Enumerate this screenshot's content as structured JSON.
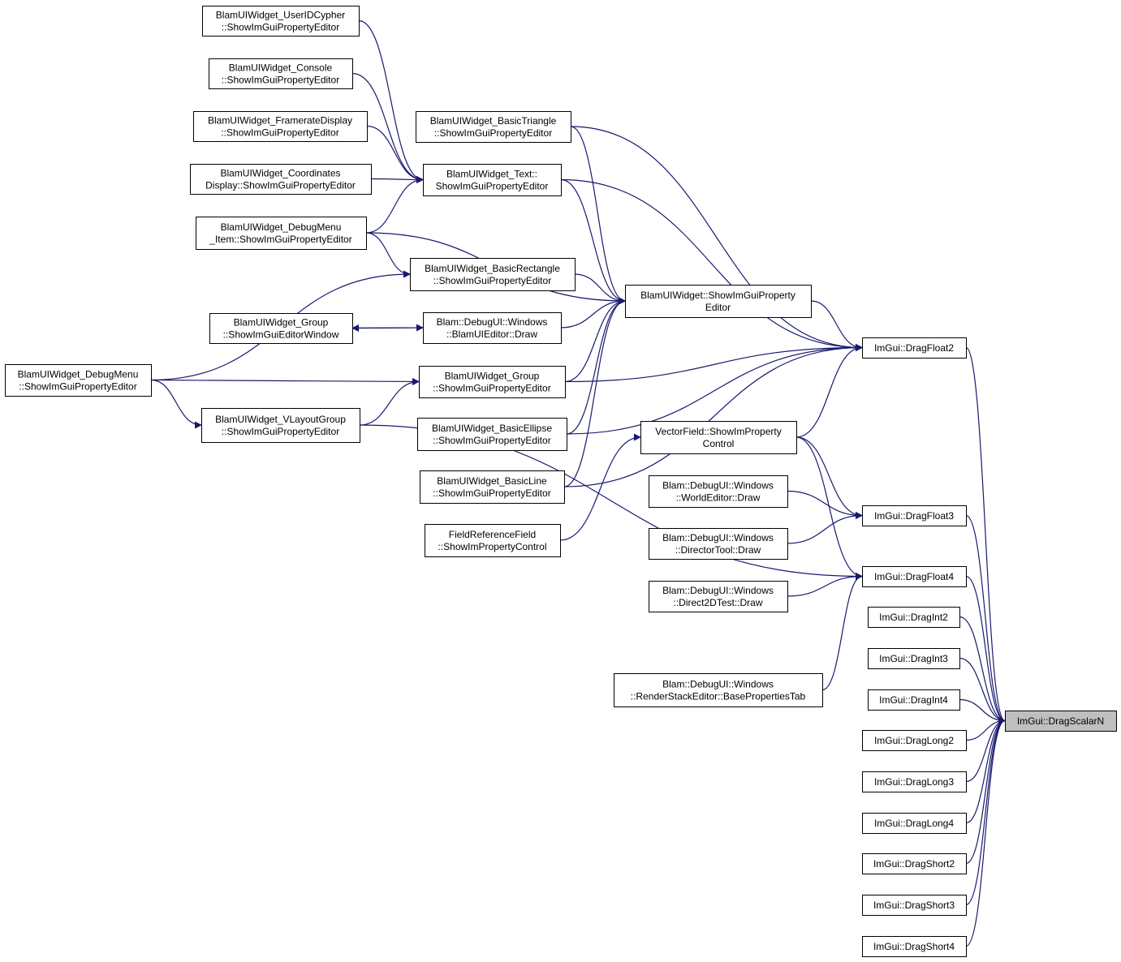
{
  "diagram": {
    "colors": {
      "edge": "#191970",
      "node_border": "#000000",
      "target_fill": "#bfbfbf",
      "node_fill": "#ffffff"
    },
    "nodes": [
      {
        "id": "n01",
        "lines": [
          "BlamUIWidget_UserIDCypher",
          "::ShowImGuiPropertyEditor"
        ]
      },
      {
        "id": "n02",
        "lines": [
          "BlamUIWidget_Console",
          "::ShowImGuiPropertyEditor"
        ]
      },
      {
        "id": "n03",
        "lines": [
          "BlamUIWidget_FramerateDisplay",
          "::ShowImGuiPropertyEditor"
        ]
      },
      {
        "id": "n04",
        "lines": [
          "BlamUIWidget_Coordinates",
          "Display::ShowImGuiPropertyEditor"
        ]
      },
      {
        "id": "n05",
        "lines": [
          "BlamUIWidget_DebugMenu",
          "_Item::ShowImGuiPropertyEditor"
        ]
      },
      {
        "id": "n06",
        "lines": [
          "BlamUIWidget_Group",
          "::ShowImGuiEditorWindow"
        ]
      },
      {
        "id": "n07",
        "lines": [
          "BlamUIWidget_DebugMenu",
          "::ShowImGuiPropertyEditor"
        ]
      },
      {
        "id": "n08",
        "lines": [
          "BlamUIWidget_VLayoutGroup",
          "::ShowImGuiPropertyEditor"
        ]
      },
      {
        "id": "n09",
        "lines": [
          "BlamUIWidget_BasicTriangle",
          "::ShowImGuiPropertyEditor"
        ]
      },
      {
        "id": "n10",
        "lines": [
          "BlamUIWidget_Text::",
          "ShowImGuiPropertyEditor"
        ]
      },
      {
        "id": "n11",
        "lines": [
          "BlamUIWidget_BasicRectangle",
          "::ShowImGuiPropertyEditor"
        ]
      },
      {
        "id": "n12",
        "lines": [
          "Blam::DebugUI::Windows",
          "::BlamUIEditor::Draw"
        ]
      },
      {
        "id": "n13",
        "lines": [
          "BlamUIWidget_Group",
          "::ShowImGuiPropertyEditor"
        ]
      },
      {
        "id": "n14",
        "lines": [
          "BlamUIWidget_BasicEllipse",
          "::ShowImGuiPropertyEditor"
        ]
      },
      {
        "id": "n15",
        "lines": [
          "BlamUIWidget_BasicLine",
          "::ShowImGuiPropertyEditor"
        ]
      },
      {
        "id": "n16",
        "lines": [
          "FieldReferenceField",
          "::ShowImPropertyControl"
        ]
      },
      {
        "id": "n17",
        "lines": [
          "BlamUIWidget::ShowImGuiProperty",
          "Editor"
        ]
      },
      {
        "id": "n18",
        "lines": [
          "VectorField::ShowImProperty",
          "Control"
        ]
      },
      {
        "id": "n19",
        "lines": [
          "Blam::DebugUI::Windows",
          "::WorldEditor::Draw"
        ]
      },
      {
        "id": "n20",
        "lines": [
          "Blam::DebugUI::Windows",
          "::DirectorTool::Draw"
        ]
      },
      {
        "id": "n21",
        "lines": [
          "Blam::DebugUI::Windows",
          "::Direct2DTest::Draw"
        ]
      },
      {
        "id": "n22",
        "lines": [
          "Blam::DebugUI::Windows",
          "::RenderStackEditor::BaseProperties­Tab"
        ]
      },
      {
        "id": "n23",
        "lines": [
          "ImGui::DragFloat2"
        ]
      },
      {
        "id": "n24",
        "lines": [
          "ImGui::DragFloat3"
        ]
      },
      {
        "id": "n25",
        "lines": [
          "ImGui::DragFloat4"
        ]
      },
      {
        "id": "n26",
        "lines": [
          "ImGui::DragInt2"
        ]
      },
      {
        "id": "n27",
        "lines": [
          "ImGui::DragInt3"
        ]
      },
      {
        "id": "n28",
        "lines": [
          "ImGui::DragInt4"
        ]
      },
      {
        "id": "n29",
        "lines": [
          "ImGui::DragLong2"
        ]
      },
      {
        "id": "n30",
        "lines": [
          "ImGui::DragLong3"
        ]
      },
      {
        "id": "n31",
        "lines": [
          "ImGui::DragLong4"
        ]
      },
      {
        "id": "n32",
        "lines": [
          "ImGui::DragShort2"
        ]
      },
      {
        "id": "n33",
        "lines": [
          "ImGui::DragShort3"
        ]
      },
      {
        "id": "n34",
        "lines": [
          "ImGui::DragShort4"
        ]
      },
      {
        "id": "n35",
        "lines": [
          "ImGui::DragScalarN"
        ],
        "target": true
      }
    ],
    "edges": [
      [
        "n01",
        "n10"
      ],
      [
        "n02",
        "n10"
      ],
      [
        "n03",
        "n10"
      ],
      [
        "n04",
        "n10"
      ],
      [
        "n05",
        "n10"
      ],
      [
        "n05",
        "n17"
      ],
      [
        "n05",
        "n11"
      ],
      [
        "n07",
        "n11"
      ],
      [
        "n07",
        "n13"
      ],
      [
        "n07",
        "n08"
      ],
      [
        "n08",
        "n13"
      ],
      [
        "n08",
        "n25"
      ],
      [
        "n12",
        "n06"
      ],
      [
        "n06",
        "n12"
      ],
      [
        "n12",
        "n17"
      ],
      [
        "n09",
        "n17"
      ],
      [
        "n09",
        "n23"
      ],
      [
        "n10",
        "n17"
      ],
      [
        "n10",
        "n23"
      ],
      [
        "n11",
        "n17"
      ],
      [
        "n13",
        "n17"
      ],
      [
        "n13",
        "n23"
      ],
      [
        "n14",
        "n17"
      ],
      [
        "n14",
        "n23"
      ],
      [
        "n15",
        "n17"
      ],
      [
        "n15",
        "n23"
      ],
      [
        "n16",
        "n18"
      ],
      [
        "n17",
        "n23"
      ],
      [
        "n18",
        "n23"
      ],
      [
        "n18",
        "n24"
      ],
      [
        "n18",
        "n25"
      ],
      [
        "n19",
        "n24"
      ],
      [
        "n20",
        "n24"
      ],
      [
        "n21",
        "n25"
      ],
      [
        "n22",
        "n25"
      ],
      [
        "n23",
        "n35"
      ],
      [
        "n24",
        "n35"
      ],
      [
        "n25",
        "n35"
      ],
      [
        "n26",
        "n35"
      ],
      [
        "n27",
        "n35"
      ],
      [
        "n28",
        "n35"
      ],
      [
        "n29",
        "n35"
      ],
      [
        "n30",
        "n35"
      ],
      [
        "n31",
        "n35"
      ],
      [
        "n32",
        "n35"
      ],
      [
        "n33",
        "n35"
      ],
      [
        "n34",
        "n35"
      ]
    ]
  }
}
